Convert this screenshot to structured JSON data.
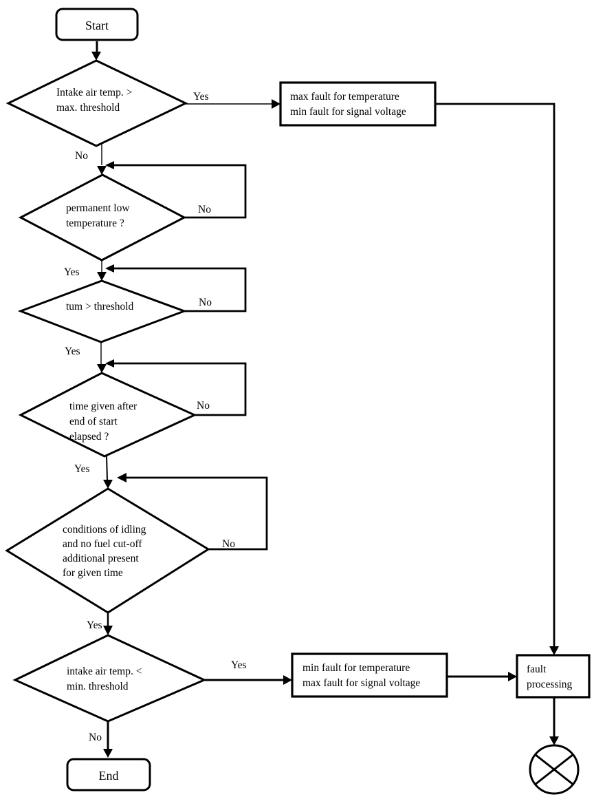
{
  "diagram": {
    "type": "flowchart",
    "background": "#ffffff",
    "ink_color": "#000000",
    "nodes": {
      "start": "Start",
      "d1": [
        "Intake air temp. >",
        "max. threshold"
      ],
      "box_max": [
        "max fault for temperature",
        "min fault for signal voltage"
      ],
      "d2": [
        "permanent low",
        "temperature ?"
      ],
      "d3": [
        "tum > threshold"
      ],
      "d4": [
        "time given after",
        "end of start",
        "elapsed ?"
      ],
      "d5": [
        "conditions of idling",
        "and no fuel cut-off",
        "additional present",
        "for given time"
      ],
      "d6": [
        "intake air temp. <",
        "min. threshold"
      ],
      "box_min": [
        "min fault for temperature",
        "max fault for signal voltage"
      ],
      "fault_processing": [
        "fault",
        "processing"
      ],
      "end": "End"
    },
    "edge_labels": {
      "d1_yes": "Yes",
      "d1_no": "No",
      "d2_no": "No",
      "d2_yes": "Yes",
      "d3_no": "No",
      "d3_yes": "Yes",
      "d4_no": "No",
      "d4_yes": "Yes",
      "d5_no": "No",
      "d5_yes": "Yes",
      "d6_yes": "Yes",
      "d6_no": "No"
    }
  }
}
